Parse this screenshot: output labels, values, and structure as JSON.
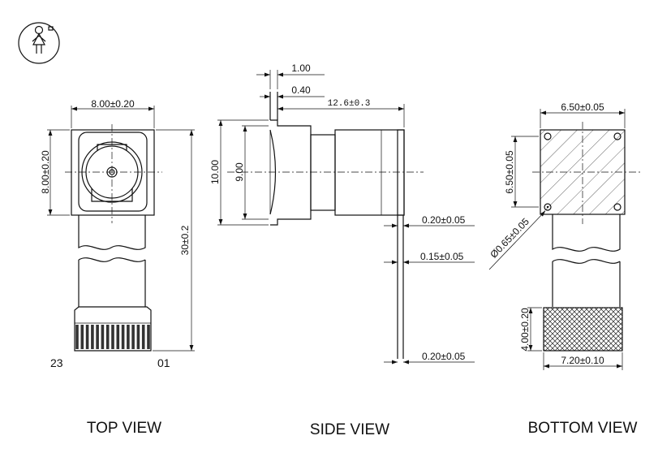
{
  "top_view": {
    "label": "TOP VIEW",
    "width_dim": "8.00±0.20",
    "height_dim": "8.00±0.20",
    "length_dim": "30±0.2",
    "pin_left": "23",
    "pin_right": "01"
  },
  "side_view": {
    "label": "SIDE VIEW",
    "dim_1_00": "1.00",
    "dim_0_40": "0.40",
    "dim_length": "12.6±0.3",
    "dim_outer_height": "10.00",
    "dim_inner_height": "9.00",
    "dim_fpc_top": "0.20±0.05",
    "dim_fpc_mid": "0.15±0.05",
    "dim_fpc_bottom": "0.20±0.05"
  },
  "bottom_view": {
    "label": "BOTTOM VIEW",
    "dim_width": "6.50±0.05",
    "dim_height": "6.50±0.05",
    "dim_hole": "Ø0.65±0.05",
    "dim_pad_height": "4.00±0.20",
    "dim_pad_width": "7.20±0.10"
  },
  "icons": [
    "person-sign-icon"
  ]
}
